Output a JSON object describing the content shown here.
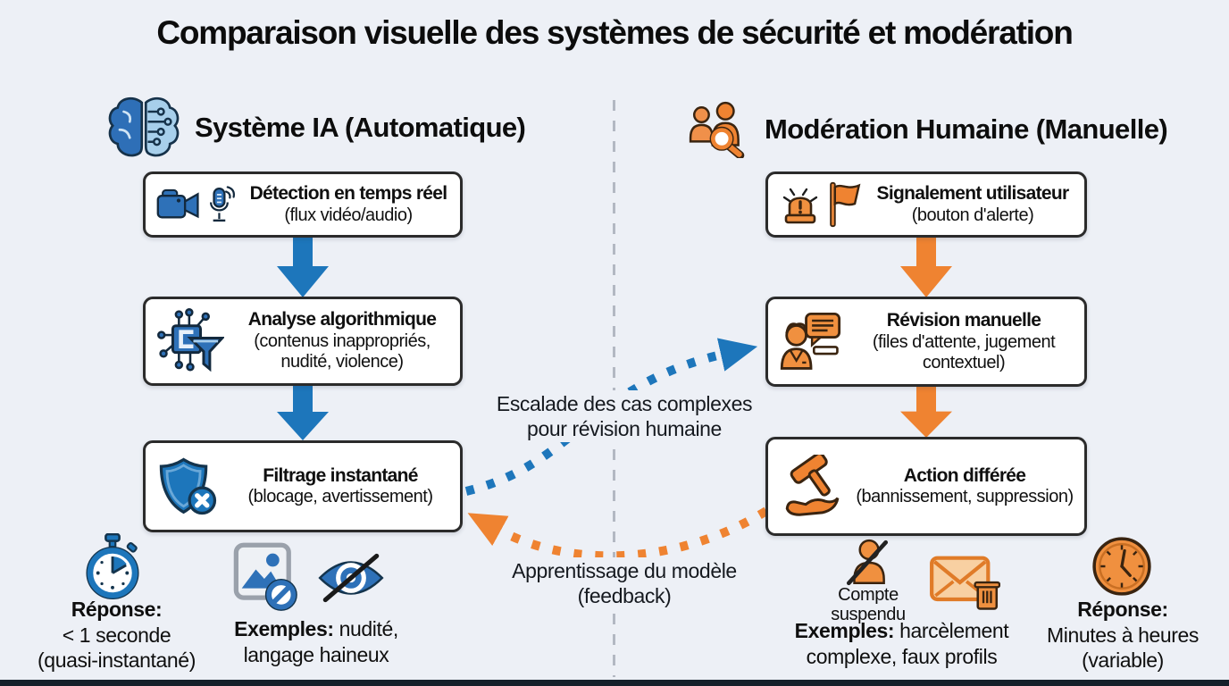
{
  "title": "Comparaison visuelle des systèmes de sécurité et modération",
  "columns": {
    "ai": {
      "header": "Système IA (Automatique)",
      "boxes": [
        {
          "title": "Détection en temps réel",
          "subtitle": "(flux vidéo/audio)",
          "icons": [
            "video-camera-icon",
            "microphone-icon"
          ]
        },
        {
          "title": "Analyse algorithmique",
          "subtitle": "(contenus inappropriés, nudité, violence)",
          "icons": [
            "chip-funnel-icon"
          ]
        },
        {
          "title": "Filtrage instantané",
          "subtitle": "(blocage, avertissement)",
          "icons": [
            "shield-block-icon"
          ]
        }
      ],
      "response_label": "Réponse:",
      "response_value": "< 1 seconde",
      "response_note": "(quasi-instantané)",
      "examples_label": "Exemples:",
      "examples_text": " nudité, langage haineux",
      "footer_icons": [
        "stopwatch-icon",
        "blocked-image-icon",
        "hidden-eye-icon"
      ]
    },
    "human": {
      "header": "Modération Humaine (Manuelle)",
      "boxes": [
        {
          "title": "Signalement utilisateur",
          "subtitle": "(bouton d'alerte)",
          "icons": [
            "alarm-siren-icon",
            "report-flag-icon"
          ]
        },
        {
          "title": "Révision manuelle",
          "subtitle": "(files d'attente, jugement contextuel)",
          "icons": [
            "reviewer-chat-icon"
          ]
        },
        {
          "title": "Action différée",
          "subtitle": "(bannissement, suppression)",
          "icons": [
            "hammer-hand-icon"
          ]
        }
      ],
      "suspended_label": "Compte suspendu",
      "examples_label": "Exemples:",
      "examples_text": " harcèlement complexe, faux profils",
      "response_label": "Réponse:",
      "response_value": "Minutes à heures",
      "response_note": "(variable)",
      "footer_icons": [
        "suspended-user-icon",
        "delete-message-icon",
        "clock-icon"
      ]
    }
  },
  "connections": {
    "escalation": "Escalade des cas complexes pour révision humaine",
    "feedback": "Apprentissage du modèle (feedback)"
  },
  "colors": {
    "blue": "#1d76bb",
    "light_blue": "#a7cfeb",
    "orange": "#ef8331",
    "light_orange": "#f8d0a2",
    "background": "#edf0f6",
    "box_border": "#2b2b2b",
    "divider": "#b3b8c2",
    "footer_bar": "#15202a"
  }
}
